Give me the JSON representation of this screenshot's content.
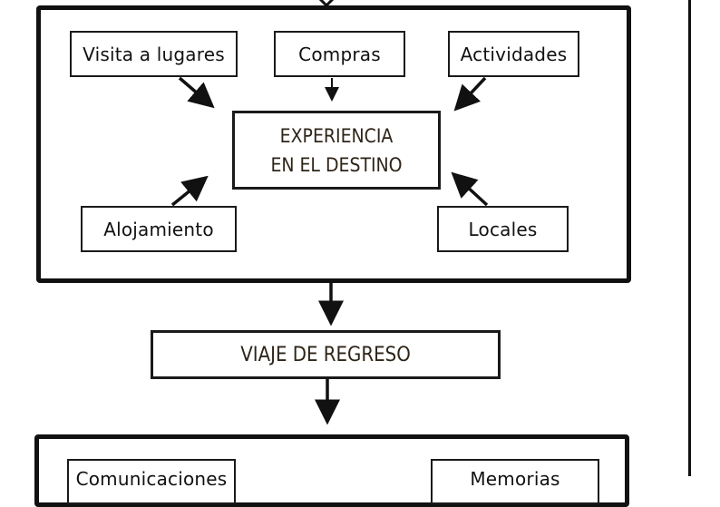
{
  "activities": {
    "visita": "Visita a lugares",
    "compras": "Compras",
    "actividades": "Actividades",
    "alojamiento": "Alojamiento",
    "locales": "Locales"
  },
  "center": {
    "line1": "EXPERIENCIA",
    "line2": "EN EL DESTINO"
  },
  "return_trip": "VIAJE DE REGRESO",
  "bottom_partial": {
    "left": "Comunicaciones",
    "right": "Memorias"
  }
}
